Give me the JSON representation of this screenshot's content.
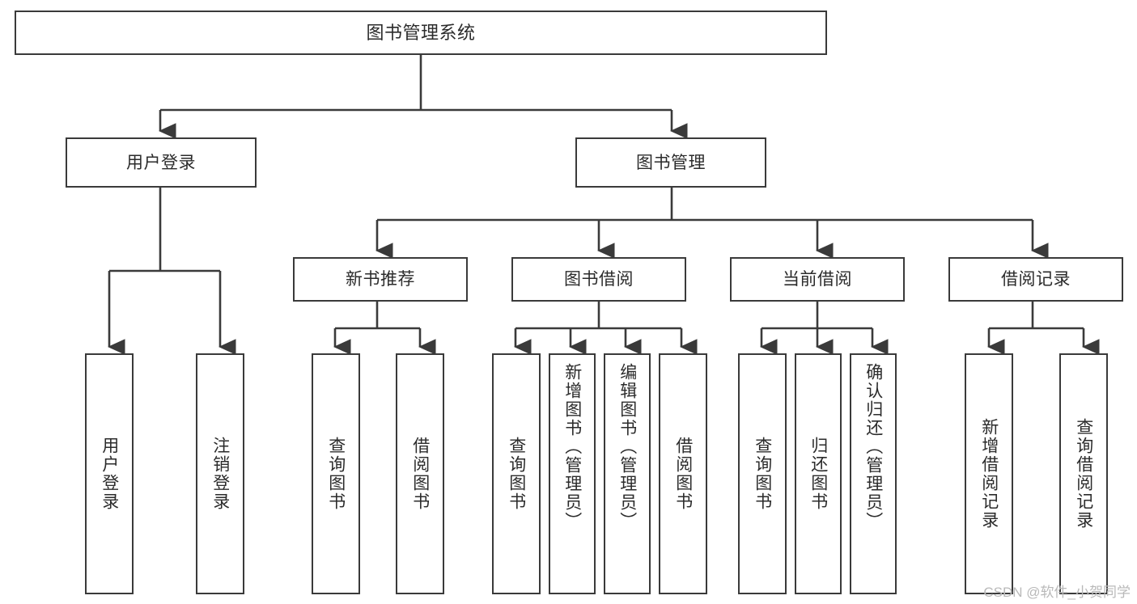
{
  "diagram": {
    "title": "图书管理系统",
    "type": "tree",
    "watermark": "CSDN @软件_小贺同学",
    "colors": {
      "stroke": "#3a3a3a",
      "fill": "#ffffff",
      "text": "#2b2b2b",
      "watermark": "#b9b9b9"
    },
    "levels": {
      "root": {
        "label": "图书管理系统"
      },
      "level2": [
        {
          "id": "user-login",
          "label": "用户登录"
        },
        {
          "id": "book-management",
          "label": "图书管理"
        }
      ],
      "level3": [
        {
          "id": "new-book-recommend",
          "label": "新书推荐"
        },
        {
          "id": "book-borrow",
          "label": "图书借阅"
        },
        {
          "id": "current-borrow",
          "label": "当前借阅"
        },
        {
          "id": "borrow-record",
          "label": "借阅记录"
        }
      ],
      "leaves": [
        {
          "id": "leaf-user-login",
          "label": "用户登录",
          "parent": "user-login"
        },
        {
          "id": "leaf-logout-login",
          "label": "注销登录",
          "parent": "user-login"
        },
        {
          "id": "leaf-query-book-1",
          "label": "查询图书",
          "parent": "new-book-recommend"
        },
        {
          "id": "leaf-borrow-book-1",
          "label": "借阅图书",
          "parent": "new-book-recommend"
        },
        {
          "id": "leaf-query-book-2",
          "label": "查询图书",
          "parent": "book-borrow"
        },
        {
          "id": "leaf-add-book",
          "label": "新增图书（管理员）",
          "parent": "book-borrow"
        },
        {
          "id": "leaf-edit-book",
          "label": "编辑图书（管理员）",
          "parent": "book-borrow"
        },
        {
          "id": "leaf-borrow-book-2",
          "label": "借阅图书",
          "parent": "book-borrow"
        },
        {
          "id": "leaf-query-book-3",
          "label": "查询图书",
          "parent": "current-borrow"
        },
        {
          "id": "leaf-return-book",
          "label": "归还图书",
          "parent": "current-borrow"
        },
        {
          "id": "leaf-confirm-return",
          "label": "确认归还（管理员）",
          "parent": "current-borrow"
        },
        {
          "id": "leaf-add-record",
          "label": "新增借阅记录",
          "parent": "borrow-record"
        },
        {
          "id": "leaf-query-record",
          "label": "查询借阅记录",
          "parent": "borrow-record"
        }
      ]
    }
  }
}
